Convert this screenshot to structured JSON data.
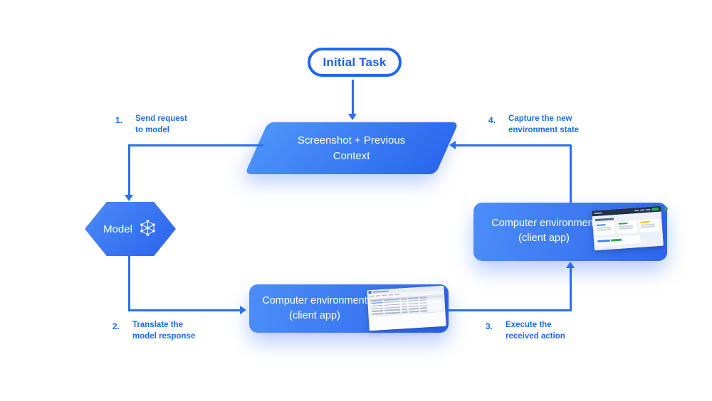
{
  "diagram": {
    "initial_task_label": "Initial Task",
    "context_node": {
      "line1": "Screenshot + Previous",
      "line2": "Context"
    },
    "model_node": {
      "label": "Model",
      "icon": "neural-network-icon"
    },
    "env_right": {
      "line1": "Computer environment",
      "line2": "(client app)"
    },
    "env_bottom": {
      "line1": "Computer environment",
      "line2": "(client app)"
    },
    "steps": [
      {
        "num": "1.",
        "line1": "Send request",
        "line2": "to model"
      },
      {
        "num": "2.",
        "line1": "Translate the",
        "line2": "model response"
      },
      {
        "num": "3.",
        "line1": "Execute the",
        "line2": "received action"
      },
      {
        "num": "4.",
        "line1": "Capture the new",
        "line2": "environment state"
      }
    ],
    "colors": {
      "accent_blue": "#1a6cf0",
      "connector_blue": "#2b6ff0",
      "node_gradient_start": "#4e93f9",
      "node_gradient_end": "#2a66ee",
      "success_green": "#34a853",
      "warning_yellow": "#fbbc04",
      "card_blue": "#4285f4"
    }
  }
}
